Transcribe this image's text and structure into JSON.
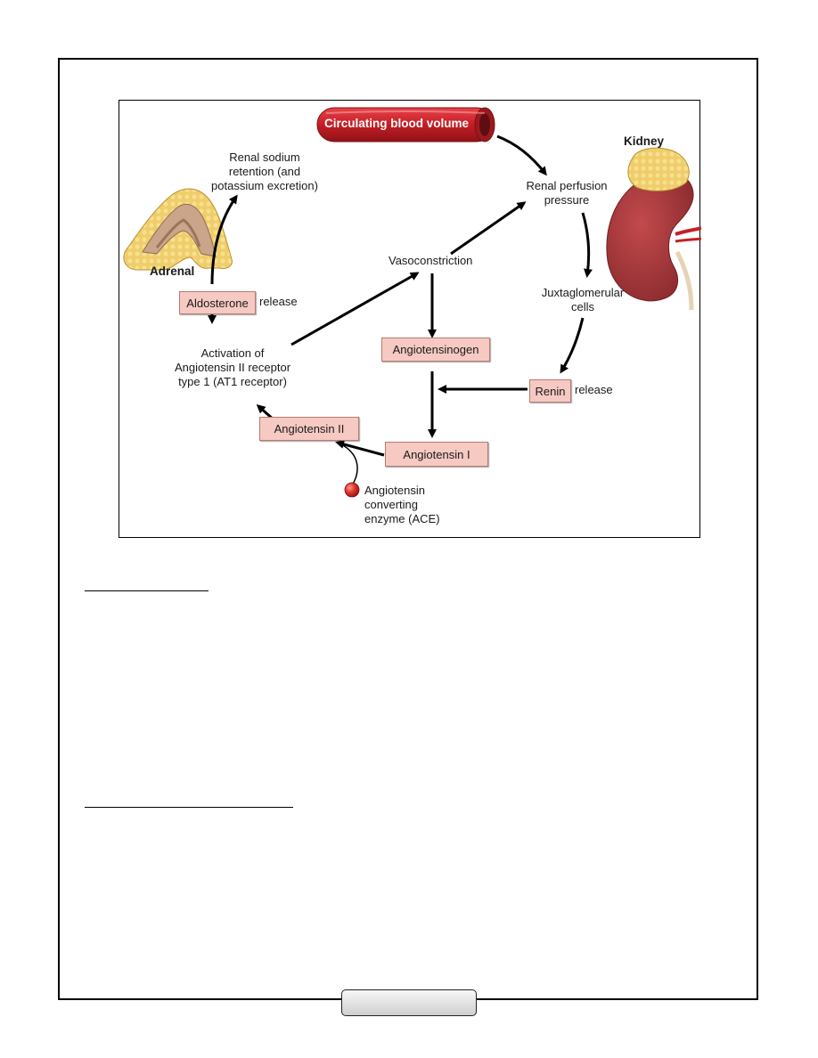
{
  "diagram": {
    "blood_volume": "Circulating blood volume",
    "kidney_label": "Kidney",
    "adrenal_label": "Adrenal",
    "renal_perfusion": [
      "Renal perfusion",
      "pressure"
    ],
    "sodium_retention": [
      "Renal sodium",
      "retention (and",
      "potassium excretion)"
    ],
    "vasoconstriction": "Vasoconstriction",
    "juxtaglomerular": [
      "Juxtaglomerular",
      "cells"
    ],
    "aldosterone_box": "Aldosterone",
    "aldosterone_suffix": "release",
    "at1_activation": [
      "Activation of",
      "Angiotensin II receptor",
      "type 1 (AT1 receptor)"
    ],
    "angiotensinogen_box": "Angiotensinogen",
    "renin_box": "Renin",
    "renin_suffix": "release",
    "angiotensin2_box": "Angiotensin II",
    "angiotensin1_box": "Angiotensin I",
    "ace_label": [
      "Angiotensin",
      "converting",
      "enzyme (ACE)"
    ]
  },
  "colors": {
    "box_fill": "#f6c9c2",
    "vessel_red": "#c8202a",
    "organ_yellow": "#e9c25a",
    "kidney_red": "#a8363a",
    "enzyme_red": "#e0332b"
  }
}
